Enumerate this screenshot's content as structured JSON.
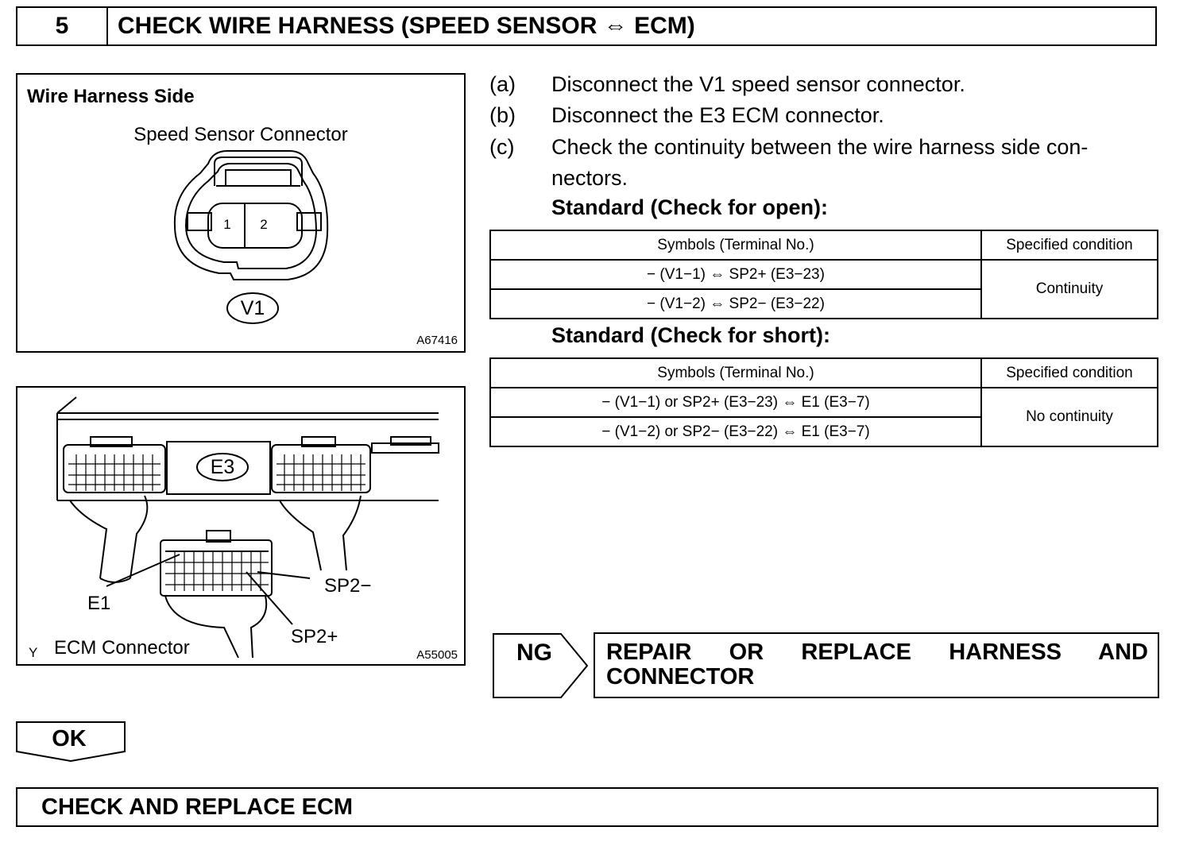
{
  "header": {
    "step_number": "5",
    "title": "CHECK WIRE HARNESS (SPEED SENSOR ⇔ ECM)"
  },
  "figure_sensor": {
    "title": "Wire Harness Side",
    "caption": "Speed Sensor Connector",
    "pin1": "1",
    "pin2": "2",
    "connector_code": "V1",
    "figure_id": "A67416"
  },
  "figure_ecm": {
    "connector_code": "E3",
    "label_e1": "E1",
    "label_sp2_minus": "SP2−",
    "label_sp2_plus": "SP2+",
    "caption": "ECM Connector",
    "corner_mark": "Y",
    "figure_id": "A55005"
  },
  "steps": [
    {
      "label": "(a)",
      "text": "Disconnect the V1 speed sensor connector."
    },
    {
      "label": "(b)",
      "text": "Disconnect the E3 ECM connector."
    },
    {
      "label": "(c)",
      "text": "Check the continuity between the wire harness side con-"
    },
    {
      "label": "",
      "text": "nectors."
    }
  ],
  "table_open": {
    "title": "Standard (Check for open):",
    "col_symbols": "Symbols (Terminal No.)",
    "col_condition": "Specified condition",
    "rows": [
      "− (V1−1) ⇔ SP2+ (E3−23)",
      "− (V1−2) ⇔ SP2− (E3−22)"
    ],
    "condition": "Continuity"
  },
  "table_short": {
    "title": "Standard (Check for short):",
    "col_symbols": "Symbols (Terminal No.)",
    "col_condition": "Specified condition",
    "rows": [
      "− (V1−1) or SP2+ (E3−23) ⇔ E1 (E3−7)",
      "− (V1−2) or SP2− (E3−22) ⇔ E1 (E3−7)"
    ],
    "condition": "No continuity"
  },
  "ng": {
    "label": "NG",
    "action_line1": "REPAIR OR REPLACE HARNESS AND",
    "action_line2": "CONNECTOR"
  },
  "ok": {
    "label": "OK"
  },
  "final": {
    "action": "CHECK AND REPLACE ECM"
  }
}
